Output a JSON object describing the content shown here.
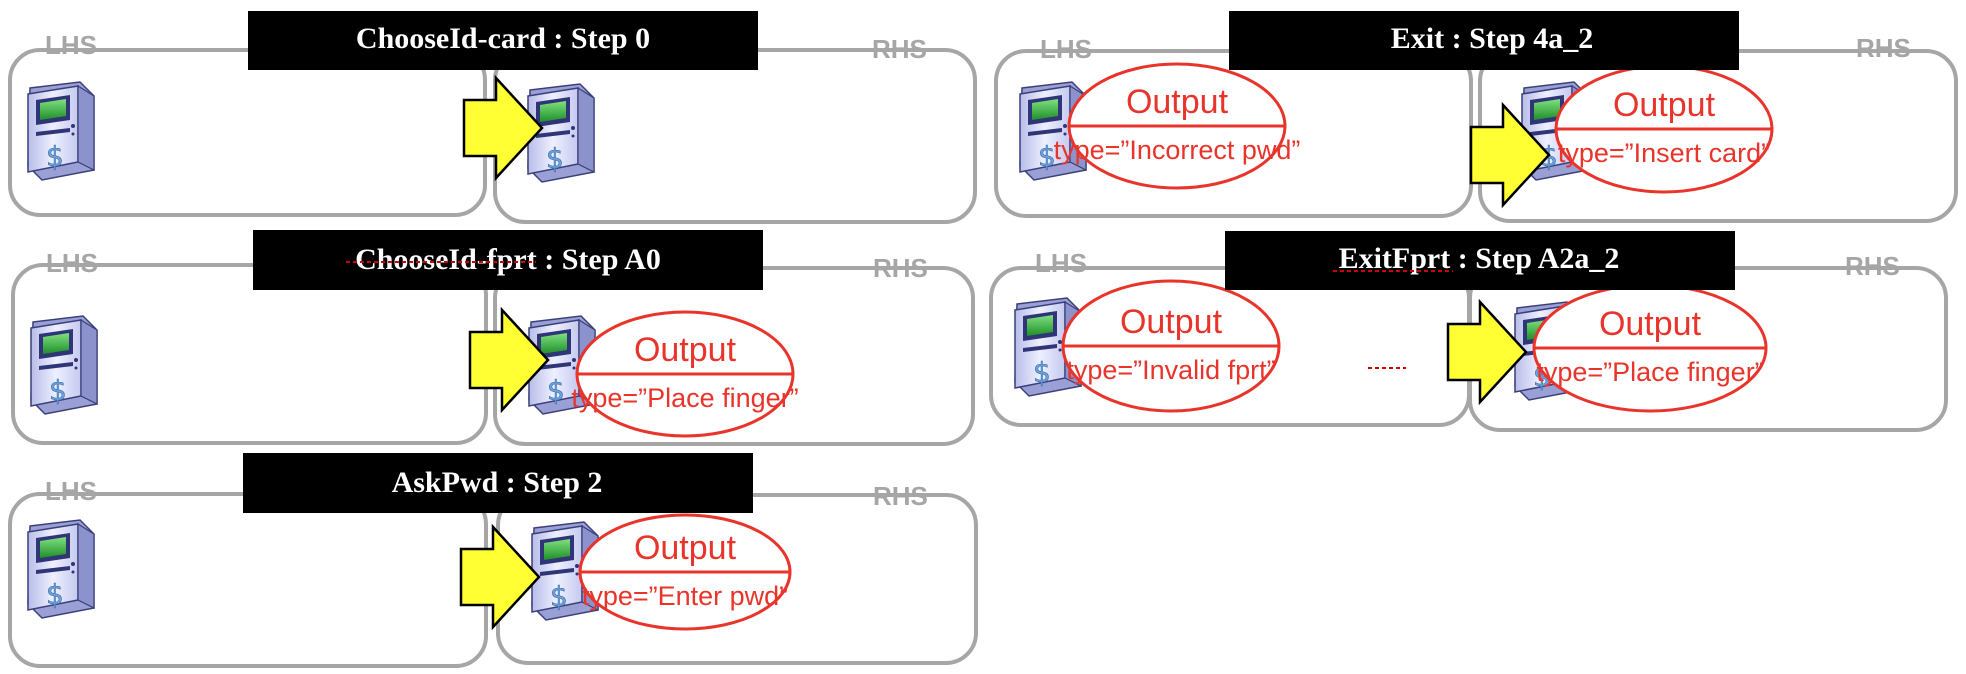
{
  "rules": [
    {
      "title": "ChooseId-card : Step 0",
      "lhs_label": "LHS",
      "rhs_label": "RHS",
      "lhs_icons": [
        "atm-icon"
      ],
      "rhs_icons": [
        "atm-icon"
      ],
      "lhs_output": null,
      "rhs_output": null
    },
    {
      "title": "ChooseId-fprt : Step A0",
      "lhs_label": "LHS",
      "rhs_label": "RHS",
      "lhs_icons": [
        "atm-icon"
      ],
      "rhs_icons": [
        "atm-icon"
      ],
      "lhs_output": null,
      "rhs_output": {
        "edge": "out",
        "node": "Output",
        "type": "type=”Place finger”"
      }
    },
    {
      "title": "AskPwd : Step 2",
      "lhs_label": "LHS",
      "rhs_label": "RHS",
      "lhs_icons": [
        "atm-icon"
      ],
      "rhs_icons": [
        "atm-icon"
      ],
      "lhs_output": null,
      "rhs_output": {
        "edge": "out",
        "node": "Output",
        "type": "type=”Enter pwd”"
      }
    },
    {
      "title": "Exit : Step 4a_2",
      "lhs_label": "LHS",
      "rhs_label": "RHS",
      "lhs_icons": [
        "atm-icon"
      ],
      "rhs_icons": [
        "atm-icon"
      ],
      "lhs_output": {
        "edge": "out",
        "node": "Output",
        "type": "type=”Incorrect pwd”"
      },
      "rhs_output": {
        "edge": "out",
        "node": "Output",
        "type": "type=”Insert card”"
      }
    },
    {
      "title": "ExitFprt : Step A2a_2",
      "lhs_label": "LHS",
      "rhs_label": "RHS",
      "lhs_icons": [
        "atm-icon"
      ],
      "rhs_icons": [
        "atm-icon"
      ],
      "lhs_output": {
        "edge": "out",
        "node": "Output",
        "type": "type=”Invalid fprt”"
      },
      "rhs_output": {
        "edge": "out",
        "node": "Output",
        "type": "type=”Place finger”"
      }
    }
  ],
  "colors": {
    "frame": "#a6a6a6",
    "title_bg": "#000000",
    "title_text": "#ffffff",
    "output": "#e8342a",
    "transform_arrow": "#ffff33",
    "squiggle": "#cc0000"
  }
}
